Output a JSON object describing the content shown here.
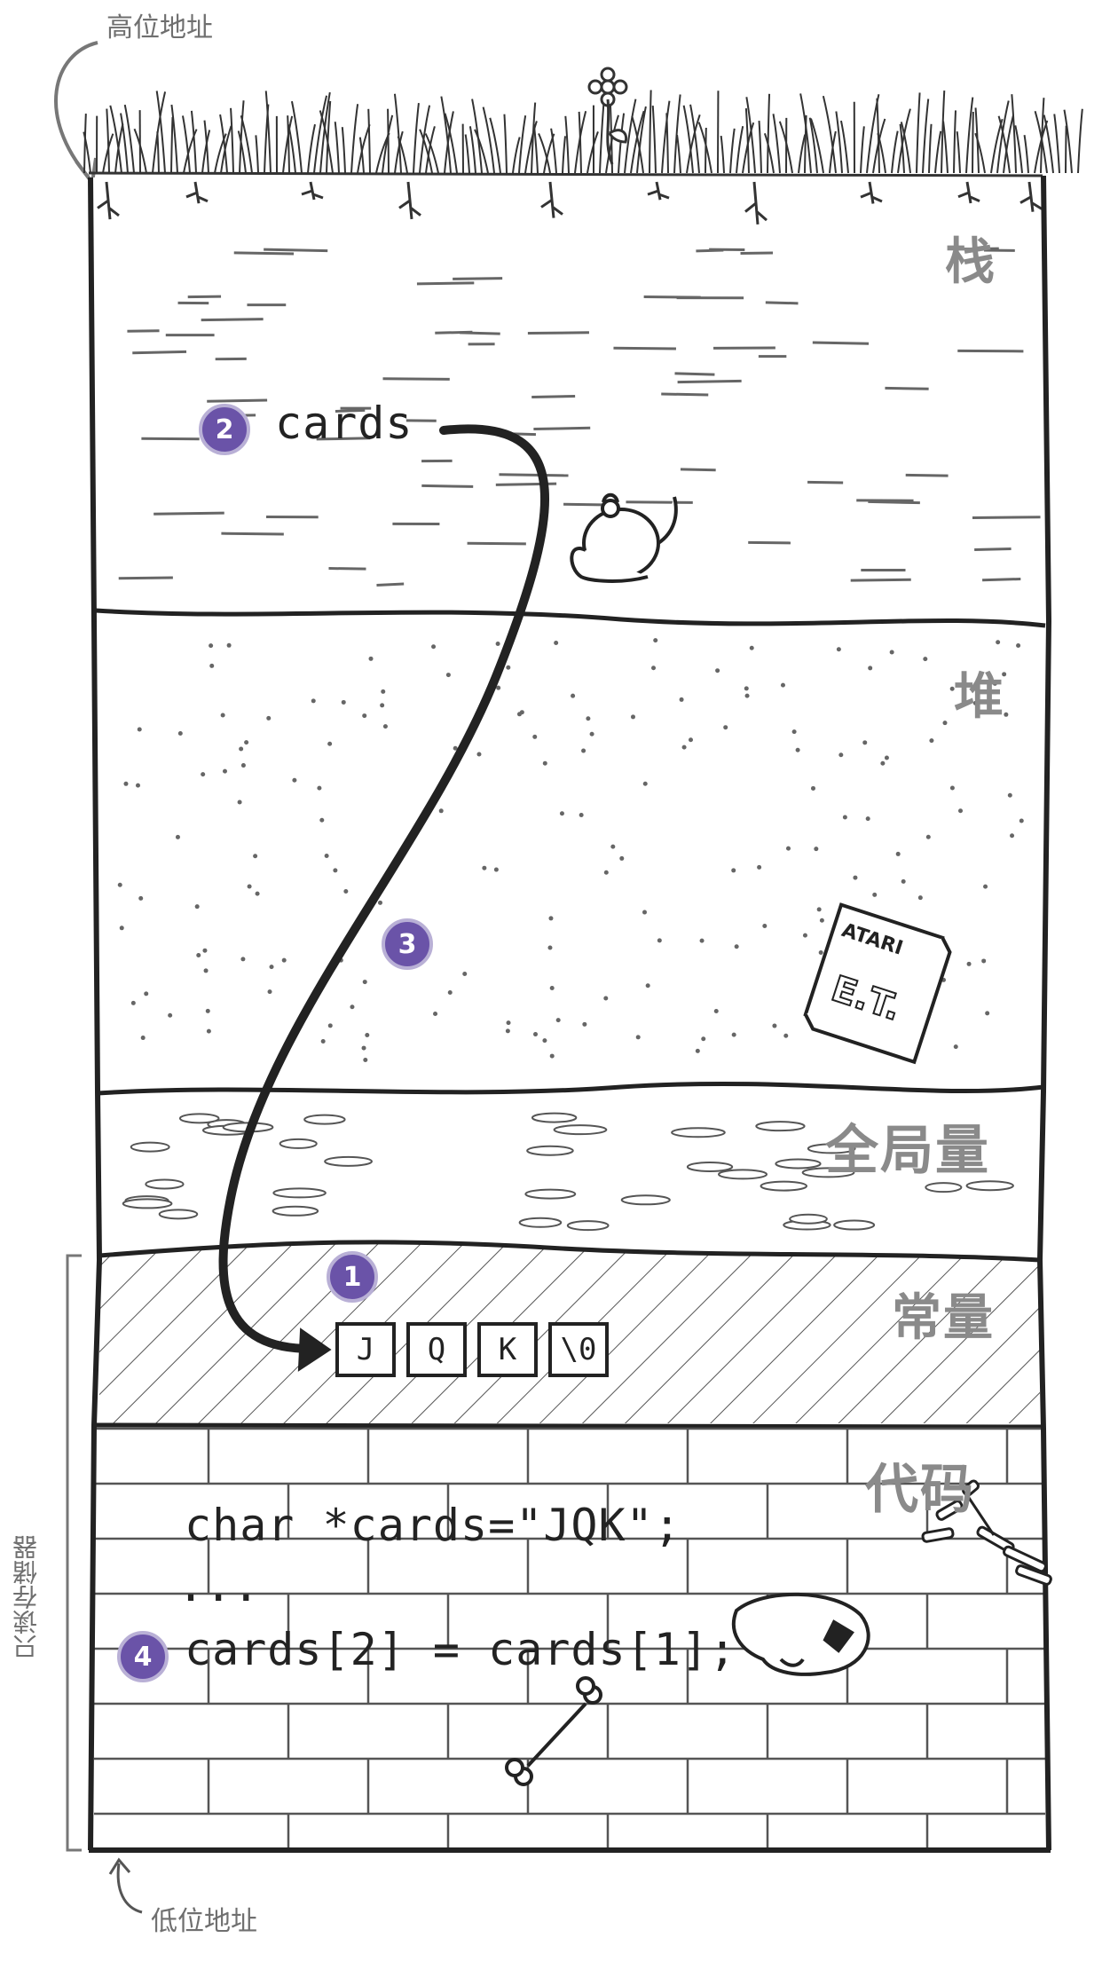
{
  "annotations": {
    "high_address": "高位地址",
    "low_address": "低位地址",
    "read_only_memory": "只读存储器"
  },
  "layers": {
    "stack": "栈",
    "heap": "堆",
    "globals": "全局量",
    "constants": "常量",
    "code": "代码"
  },
  "stack_variable": "cards",
  "constant_string_cells": [
    "J",
    "Q",
    "K",
    "\\0"
  ],
  "code_lines": {
    "line1": "char *cards=\"JQK\";",
    "line2": "...",
    "line3": "cards[2] = cards[1];"
  },
  "badges": [
    "1",
    "2",
    "3",
    "4"
  ],
  "decorations": [
    "grass-icon",
    "flower-icon",
    "teapot-icon",
    "atari-et-cartridge-icon",
    "skeleton-hand-icon",
    "skull-icon",
    "bone-icon"
  ],
  "cartridge_text": [
    "ATARI",
    "E.T."
  ],
  "colors": {
    "badge": "#6a53a8",
    "label_gray": "#8a8a8a",
    "ink": "#222222"
  }
}
